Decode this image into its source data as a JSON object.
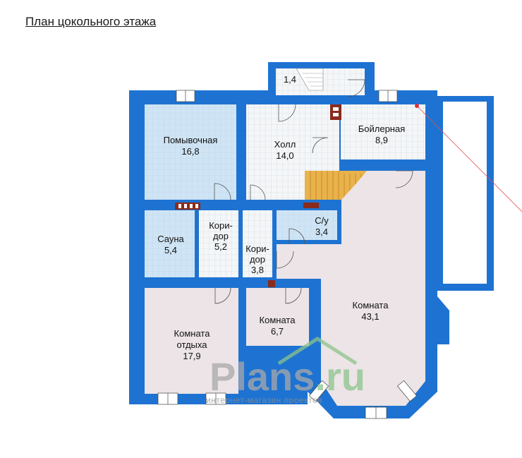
{
  "title": "План цокольного этажа",
  "colors": {
    "wall": "#1e73d2",
    "room_blue": "#cfe4f4",
    "room_white": "#f4f6f8",
    "room_pink": "#ece4e6",
    "stair": "#e9b24a",
    "radiator": "#8a2b1c",
    "watermark_green": "#8cc48c",
    "watermark_gray": "#a9a9a9"
  },
  "rooms": {
    "stair_area": "1,4",
    "washroom": {
      "name": "Помывочная",
      "area": "16,8"
    },
    "hall": {
      "name": "Холл",
      "area": "14,0"
    },
    "boiler": {
      "name": "Бойлерная",
      "area": "8,9"
    },
    "sauna": {
      "name": "Сауна",
      "area": "5,4"
    },
    "corridor1": {
      "line1": "Кори-",
      "line2": "дор",
      "area": "5,2"
    },
    "corridor2": {
      "line1": "Кори-",
      "line2": "дор",
      "area": "3,8"
    },
    "wc": {
      "name": "С/у",
      "area": "3,4"
    },
    "big_room": {
      "name": "Комната",
      "area": "43,1"
    },
    "small_room": {
      "name": "Комната",
      "area": "6,7"
    },
    "rest_room": {
      "line1": "Комната",
      "line2": "отдыха",
      "area": "17,9"
    }
  },
  "watermark": {
    "brand_a": "Plans",
    "brand_dot": ".",
    "brand_b": "ru",
    "tagline": "интернет-магазин проектов"
  }
}
